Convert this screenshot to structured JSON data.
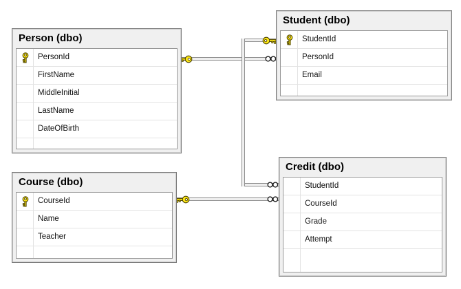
{
  "diagram": {
    "tables": [
      {
        "id": "person",
        "title": "Person (dbo)",
        "fields": [
          {
            "name": "PersonId",
            "pk": true
          },
          {
            "name": "FirstName",
            "pk": false
          },
          {
            "name": "MiddleInitial",
            "pk": false
          },
          {
            "name": "LastName",
            "pk": false
          },
          {
            "name": "DateOfBirth",
            "pk": false
          }
        ]
      },
      {
        "id": "student",
        "title": "Student (dbo)",
        "fields": [
          {
            "name": "StudentId",
            "pk": true
          },
          {
            "name": "PersonId",
            "pk": false
          },
          {
            "name": "Email",
            "pk": false
          }
        ]
      },
      {
        "id": "course",
        "title": "Course (dbo)",
        "fields": [
          {
            "name": "CourseId",
            "pk": true
          },
          {
            "name": "Name",
            "pk": false
          },
          {
            "name": "Teacher",
            "pk": false
          }
        ]
      },
      {
        "id": "credit",
        "title": "Credit (dbo)",
        "fields": [
          {
            "name": "StudentId",
            "pk": false
          },
          {
            "name": "CourseId",
            "pk": false
          },
          {
            "name": "Grade",
            "pk": false
          },
          {
            "name": "Attempt",
            "pk": false
          }
        ]
      }
    ],
    "relationships": [
      {
        "from": "Person.PersonId",
        "to": "Student.PersonId",
        "from_end": "one (key)",
        "to_end": "many (infinity)"
      },
      {
        "from": "Student.StudentId",
        "to": "Credit.StudentId",
        "from_end": "one (key)",
        "to_end": "many (infinity)"
      },
      {
        "from": "Course.CourseId",
        "to": "Credit.CourseId",
        "from_end": "one (key)",
        "to_end": "many (infinity)"
      }
    ],
    "icons": {
      "primary_key": "key-icon",
      "one_end": "key-icon",
      "many_end": "infinity-icon"
    },
    "colors": {
      "canvas_bg": "#ffffff",
      "node_bg": "#f0f0f0",
      "node_border": "#7d7d7d",
      "grid_border": "#979797",
      "row_divider": "#e3e3e3",
      "key_yellow": "#ffe817",
      "key_outline": "#4d4400",
      "connector_fill": "#efefef",
      "connector_edge": "#8e8e8e",
      "text": "#141414"
    }
  }
}
